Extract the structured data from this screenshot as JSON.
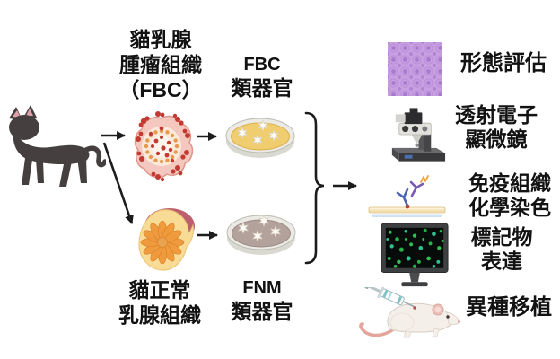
{
  "figure": {
    "labels": {
      "tumor_tissue": [
        "貓乳腺",
        "腫瘤組織",
        "（FBC）"
      ],
      "fbc_organoid": [
        "FBC",
        "類器官"
      ],
      "normal_tissue": [
        "貓正常",
        "乳腺組織"
      ],
      "fnm_organoid": [
        "FNM",
        "類器官"
      ],
      "analyses": [
        {
          "name": "morphology-evaluation",
          "icon": "histology-pattern-icon",
          "lines": [
            "形態評估"
          ]
        },
        {
          "name": "transmission-electron-microscopy",
          "icon": "electron-microscope-icon",
          "lines": [
            "透射電子",
            "顯微鏡"
          ]
        },
        {
          "name": "immunohistochemistry-staining",
          "icon": "antibody-slide-icon",
          "lines": [
            "免疫組織",
            "化學染色"
          ]
        },
        {
          "name": "marker-expression",
          "icon": "fluorescence-monitor-icon",
          "lines": [
            "標記物",
            "表達"
          ]
        },
        {
          "name": "xenotransplantation",
          "icon": "mouse-syringe-icon",
          "lines": [
            "異種移植"
          ]
        }
      ]
    },
    "icons": {
      "cat": "cat-icon",
      "tumor_tissue": "tumor-tissue-icon",
      "normal_tissue": "normal-mammary-tissue-icon",
      "fbc_dish": "petri-dish-fbc-icon",
      "fnm_dish": "petri-dish-fnm-icon",
      "brace": "curly-brace",
      "arrows": "arrow-connectors"
    },
    "colors": {
      "arrow": "#1c1c1c",
      "cat_body": "#45403f",
      "tumor_red": "#c23a31",
      "tumor_rim_pink": "#f4c7bf",
      "tissue_cream": "#f8dc96",
      "tissue_petal_orange": "#ee9a3d",
      "fbc_medium_yellow": "#f0cd6e",
      "fnm_medium_mauve": "#b3a19b",
      "histology_purple": "#c89fe1",
      "fluorescence_green": "#2fbf55",
      "mouse_white": "#f4efe9",
      "text": "#121212"
    }
  }
}
